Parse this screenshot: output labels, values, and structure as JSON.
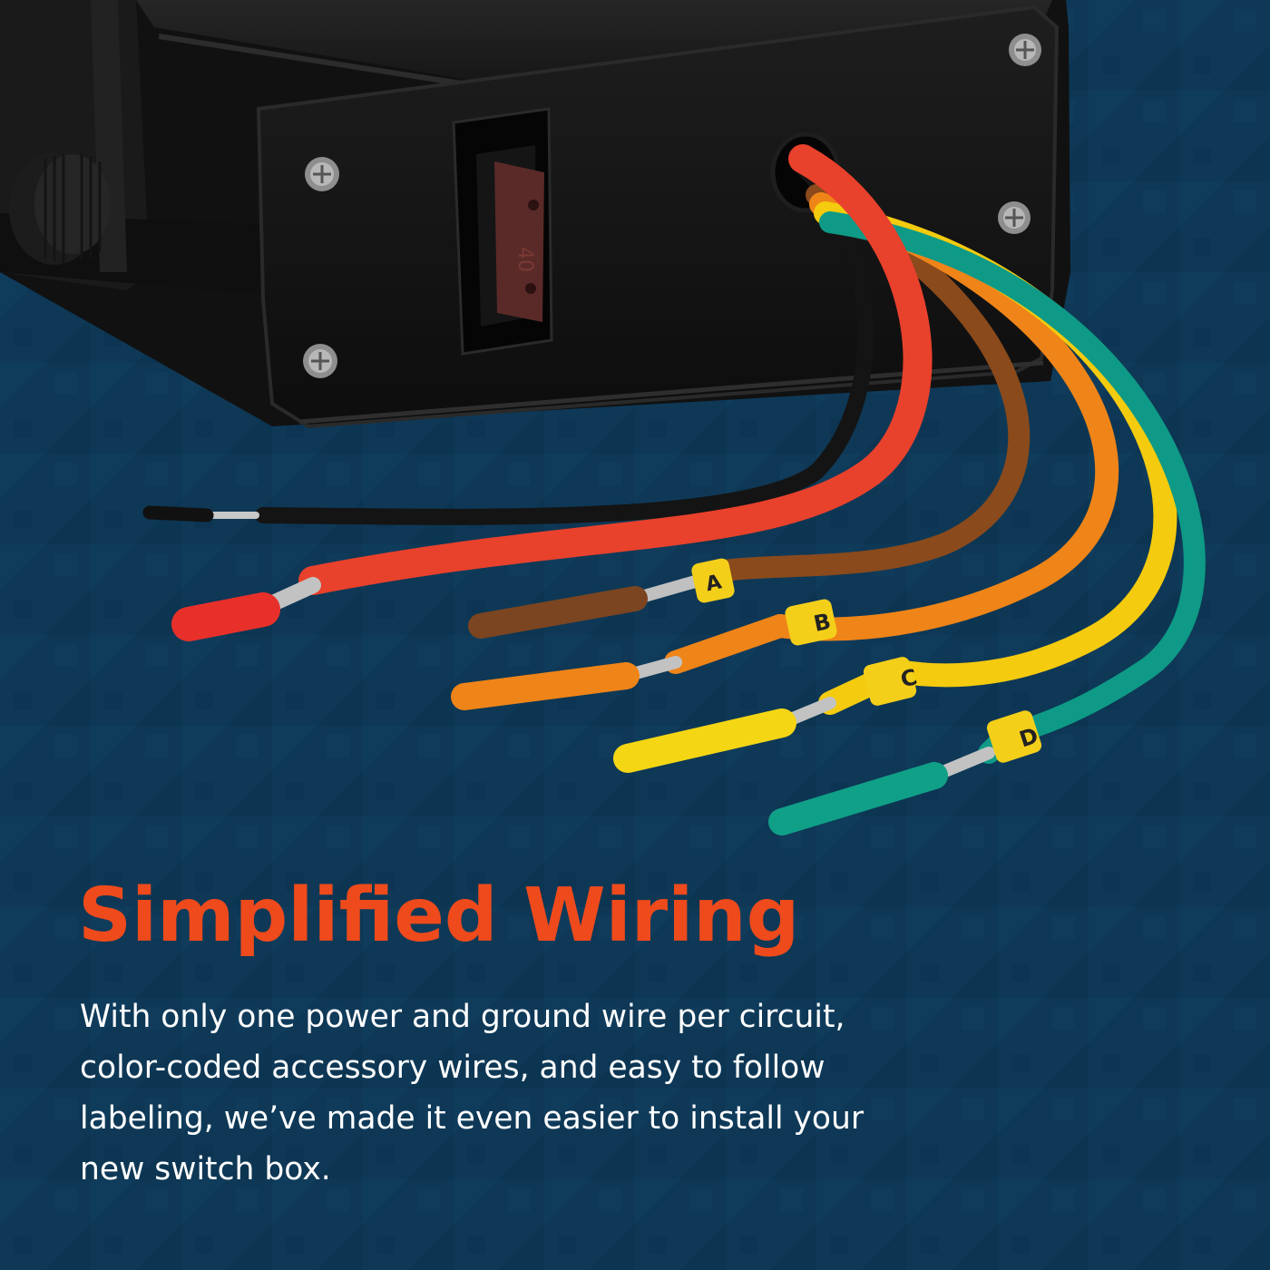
{
  "headline": "Simplified Wiring",
  "body_lines": [
    "With only one power and ground wire per circuit,",
    "color-coded accessory wires, and easy to follow",
    "labeling, we’ve made it even easier to install your",
    "new switch box."
  ],
  "fuse_label": "40",
  "wire_labels": {
    "a": "A",
    "b": "B",
    "c": "C",
    "d": "D"
  },
  "colors": {
    "background": "#0e3856",
    "headline": "#ee4a1c",
    "body_text": "#ffffff",
    "wire_black": "#141414",
    "wire_red": "#e8412c",
    "wire_brown": "#8a4a1c",
    "wire_orange": "#ef8418",
    "wire_yellow": "#f4cb0e",
    "wire_green": "#0e9a86"
  }
}
